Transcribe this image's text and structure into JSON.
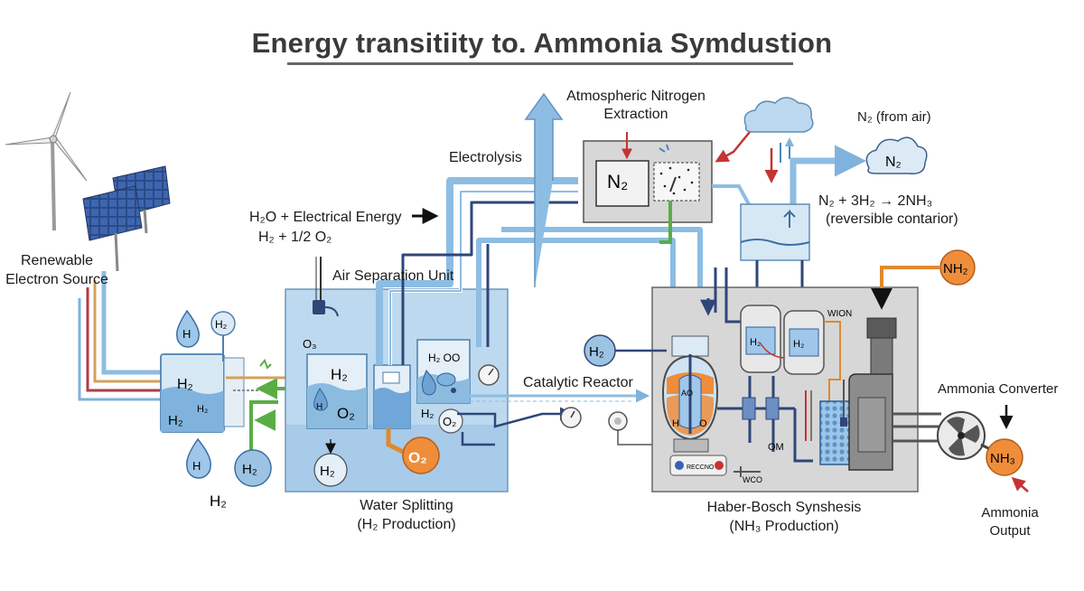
{
  "title": "Energy transitiity to. Ammonia Symdustion",
  "labels": {
    "renewable_line1": "Renewable",
    "renewable_line2": "Electron Source",
    "water_eq_line1": "H₂O + Electrical Energy",
    "water_eq_line2": "H₂ + 1/2 O₂",
    "air_separation": "Air Separation Unit",
    "electrolysis": "Electrolysis",
    "atm_line1": "Atmospheric Nitrogen",
    "atm_line2": "Extraction",
    "n2_from_air": "N₂ (from air)",
    "reaction_line1": "N₂ + 3H₂ → 2NH₃",
    "reaction_line2": "(reversible contarior)",
    "catalytic_reactor": "Catalytic Reactor",
    "ammonia_converter": "Ammonia Converter",
    "ammonia_output_line1": "Ammonia",
    "ammonia_output_line2": "Output",
    "water_splitting_line1": "Water Splitting",
    "water_splitting_line2": "(H₂ Production)",
    "haber_line1": "Haber-Bosch Synshesis",
    "haber_line2": "(NH₃ Production)",
    "h2_bottom": "H₂"
  },
  "nodes": {
    "h2_drop": "H",
    "h2_bubble_top": "H₂",
    "tank_h2": "H₂",
    "tank_h2_lower": "H₂",
    "tank_h2_inner": "H₂",
    "h2_drop_bottom": "H",
    "h2_green_circle": "H₂",
    "o3": "O₃",
    "cell_h2": "H₂",
    "cell_o2": "O₂",
    "cell_h": "H",
    "h2_circle_left": "H₂",
    "o2_orange": "O₂",
    "h2oo": "H₂ OO",
    "h2_small": "H₂",
    "o2_small": "O₂",
    "n2_box": "N₂",
    "n2_cloud": "N₂",
    "nh2_orange": "NH₂",
    "h2_blue_circle": "H₂",
    "reactor_h": "H",
    "reactor_o": "O",
    "reactor_ao": "AO",
    "h2_tank_a": "H₂",
    "h2_tank_b": "H₂",
    "wion": "WION",
    "om": "OM",
    "wco": "WCO",
    "dial_label": "RECCNO",
    "nh3_output": "NH₃"
  },
  "colors": {
    "pipe_blue": "#8dbde3",
    "pipe_dark": "#2f4678",
    "pipe_green": "#5aad45",
    "pipe_orange": "#e0892e",
    "pipe_red": "#c53434",
    "tank_blue": "#bcd9ef",
    "unit_gray": "#d7d7d7",
    "accent_orange": "#ef8d3b"
  }
}
